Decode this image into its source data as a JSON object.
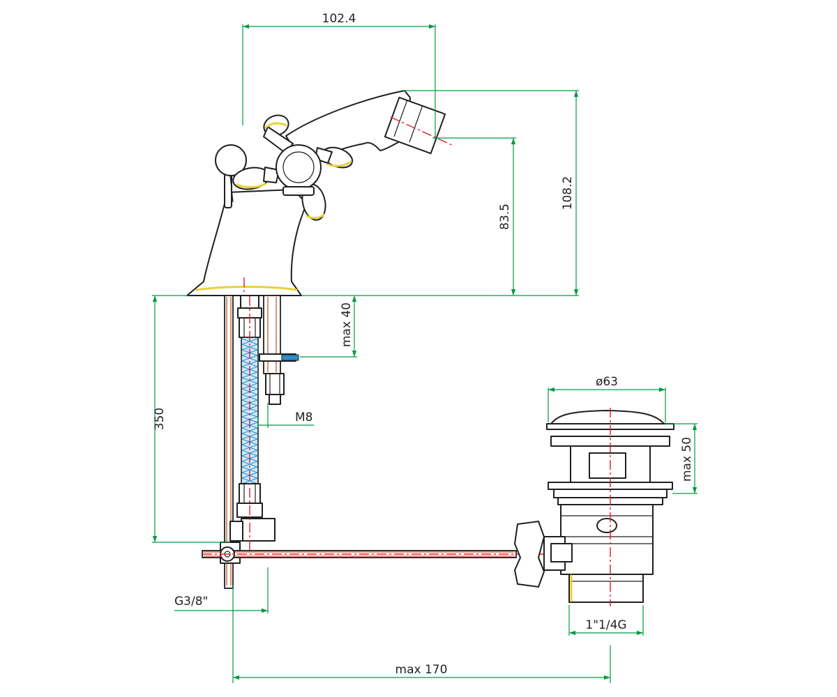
{
  "diagram": {
    "dimensions": {
      "spout_reach": "102.4",
      "total_height": "108.2",
      "spout_height": "83.5",
      "max_40": "max 40",
      "hose_length": "350",
      "m8": "M8",
      "drain_diameter": "ø63",
      "max_50": "max 50",
      "inlet_thread": "G3/8\"",
      "drain_thread": "1\"1/4G",
      "max_170": "max 170"
    },
    "colors": {
      "dimension_line": "#009a44",
      "center_line": "#e01b24",
      "handle_highlight": "#e8d23a",
      "hose_braid": "#2a8fd0"
    }
  }
}
